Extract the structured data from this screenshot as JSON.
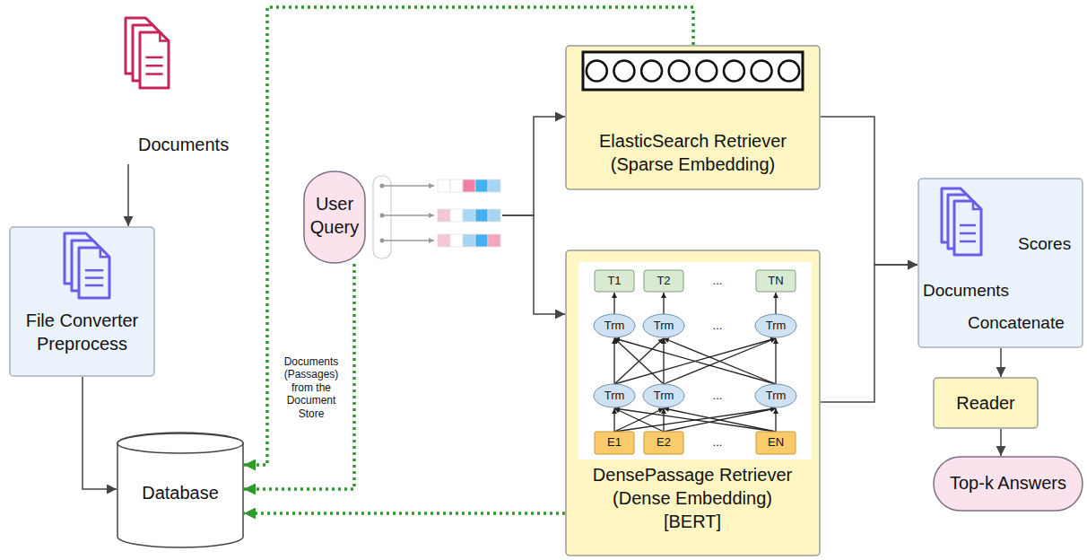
{
  "diagram": {
    "nodes": [
      {
        "text": [
          "Documents"
        ]
      },
      {
        "text": [
          "File Converter Preprocess"
        ]
      },
      {
        "text": [
          "Database"
        ]
      },
      {
        "text": [
          "User Query"
        ]
      },
      {
        "text": [
          "ElasticSearch Retriever (Sparse Embedding)"
        ]
      },
      {
        "text": [
          "DensePassage Retriever (Dense Embedding) [BERT]"
        ]
      },
      {
        "text": [
          "Scores",
          "Documents",
          "Concatenate"
        ]
      },
      {
        "text": [
          "Reader"
        ]
      },
      {
        "text": [
          "Top-k Answers"
        ]
      }
    ],
    "edges": [
      {
        "from": 0,
        "to": 1,
        "arrow": "to"
      },
      {
        "from": 1,
        "to": 2,
        "arrow": "to"
      },
      {
        "from": 3,
        "to": 4,
        "arrow": "to"
      },
      {
        "from": 3,
        "to": 5,
        "arrow": "to"
      },
      {
        "from": 4,
        "to": 6,
        "arrow": "to"
      },
      {
        "from": 5,
        "to": 6,
        "arrow": "to"
      },
      {
        "from": 6,
        "to": 7,
        "arrow": "to"
      },
      {
        "from": 7,
        "to": 8,
        "arrow": "to"
      },
      {
        "from": 4,
        "to": 2,
        "arrow": "to"
      },
      {
        "from": 3,
        "to": 2,
        "label": "Documents (Passages) from the Document Store",
        "arrow": "to"
      },
      {
        "from": 5,
        "to": 2,
        "arrow": "to"
      }
    ],
    "labels": [
      "T1",
      "T2",
      "...",
      "TN",
      "Trm",
      "Trm",
      "...",
      "Trm",
      "Trm",
      "Trm",
      "...",
      "Trm",
      "E1",
      "E2",
      "...",
      "EN"
    ]
  }
}
